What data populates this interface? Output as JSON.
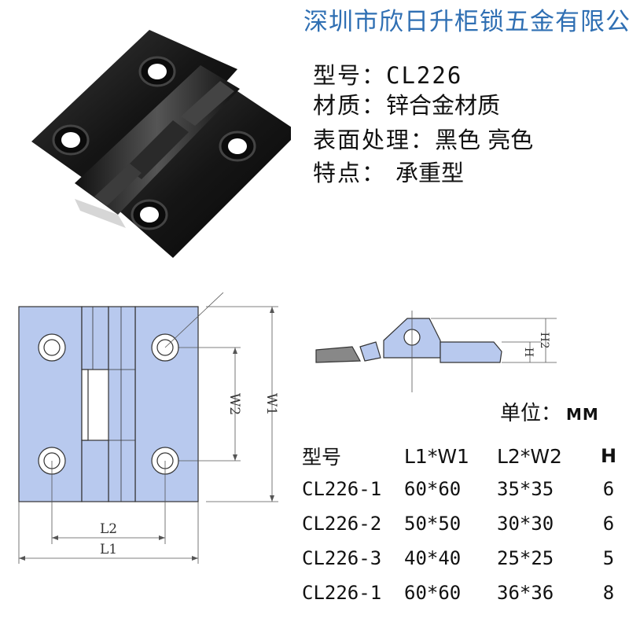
{
  "company_name": "深圳市欣日升柜锁五金有限公司",
  "specs": [
    {
      "label": "型号：",
      "value": "CL226"
    },
    {
      "label": "材质：",
      "value": "锌合金材质"
    },
    {
      "label": "表面处理：",
      "value": "黑色 亮色"
    },
    {
      "label": "特点：",
      "value": "承重型"
    }
  ],
  "unit": {
    "label": "单位：",
    "value": "MM"
  },
  "drawing_labels": {
    "w1": "W1",
    "w2": "W2",
    "l1": "L1",
    "l2": "L2",
    "h": "H",
    "h2": "H2"
  },
  "table": {
    "headers": [
      "型号",
      "L1*W1",
      "L2*W2",
      "H"
    ],
    "rows": [
      [
        "CL226-1",
        "60*60",
        "35*35",
        "6"
      ],
      [
        "CL226-2",
        "50*50",
        "30*30",
        "6"
      ],
      [
        "CL226-3",
        "40*40",
        "25*25",
        "5"
      ],
      [
        "CL226-1",
        "60*60",
        "36*36",
        "8"
      ]
    ]
  },
  "colors": {
    "company_text": "#2f6fb3",
    "drawing_fill": "#b8c9ee",
    "hinge_black": "#151515"
  }
}
